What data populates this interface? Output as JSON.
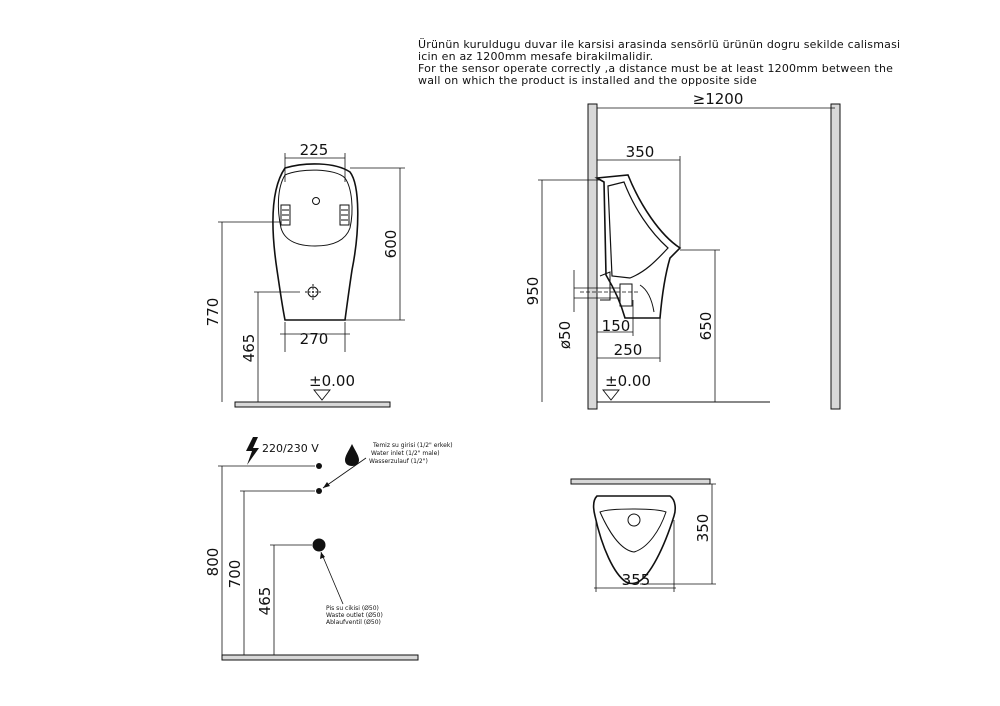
{
  "notes": {
    "tr_line1": "Ürünün kuruldugu duvar ile karsisi arasinda sensörlü ürünün dogru sekilde calismasi",
    "tr_line2": "icin en az 1200mm mesafe birakilmalidir.",
    "en_line1": "For the sensor operate correctly ,a distance must be at least 1200mm between the",
    "en_line2": "wall on which the product is installed and the opposite side"
  },
  "front_view": {
    "width_top": "225",
    "height_body": "600",
    "height_total": "770",
    "height_outlet": "465",
    "width_bottom": "270",
    "floor_level": "±0.00"
  },
  "side_view": {
    "clearance": "≥1200",
    "depth": "350",
    "height_total": "950",
    "pipe_diameter": "ø50",
    "offset_150": "150",
    "offset_250": "250",
    "height_rim": "650",
    "floor_level": "±0.00"
  },
  "installation": {
    "voltage": "220/230 V",
    "water_inlet_tr": "Temiz su girisi (1/2\" erkek)",
    "water_inlet_en": "Water inlet (1/2\" male)",
    "water_inlet_de": "Wasserzulauf (1/2\")",
    "height_800": "800",
    "height_700": "700",
    "height_465": "465",
    "waste_tr": "Pis su cikisi (Ø50)",
    "waste_en": "Waste outlet (Ø50)",
    "waste_de": "Ablaufventil (Ø50)"
  },
  "top_view": {
    "depth": "350",
    "width": "355"
  }
}
